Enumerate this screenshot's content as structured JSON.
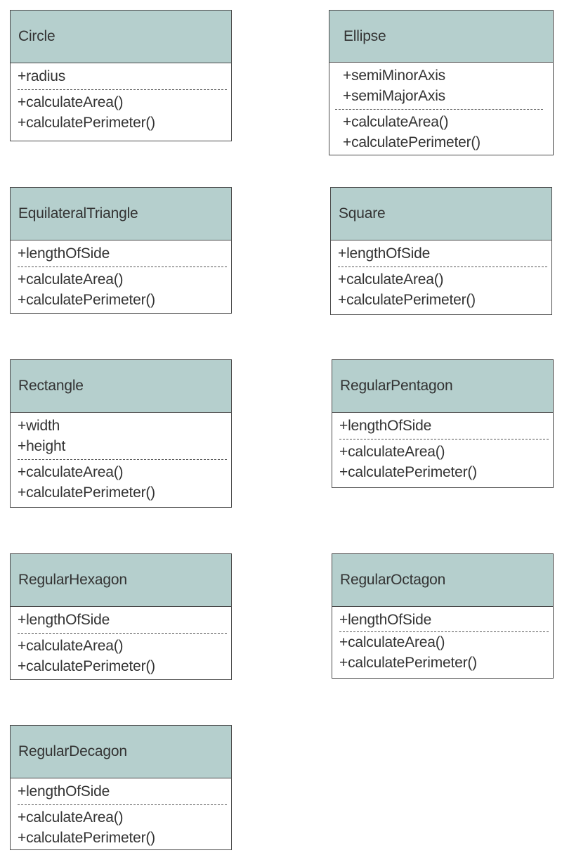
{
  "classes": [
    {
      "name": "Circle",
      "attributes": [
        "+radius"
      ],
      "operations": [
        "+calculateArea()",
        "+calculatePerimeter()"
      ]
    },
    {
      "name": "Ellipse",
      "attributes": [
        "+semiMinorAxis",
        "+semiMajorAxis"
      ],
      "operations": [
        "+calculateArea()",
        "+calculatePerimeter()"
      ]
    },
    {
      "name": "EquilateralTriangle",
      "attributes": [
        "+lengthOfSide"
      ],
      "operations": [
        "+calculateArea()",
        "+calculatePerimeter()"
      ]
    },
    {
      "name": "Square",
      "attributes": [
        "+lengthOfSide"
      ],
      "operations": [
        "+calculateArea()",
        "+calculatePerimeter()"
      ]
    },
    {
      "name": "Rectangle",
      "attributes": [
        "+width",
        "+height"
      ],
      "operations": [
        "+calculateArea()",
        "+calculatePerimeter()"
      ]
    },
    {
      "name": "RegularPentagon",
      "attributes": [
        "+lengthOfSide"
      ],
      "operations": [
        "+calculateArea()",
        "+calculatePerimeter()"
      ]
    },
    {
      "name": "RegularHexagon",
      "attributes": [
        "+lengthOfSide"
      ],
      "operations": [
        "+calculateArea()",
        "+calculatePerimeter()"
      ]
    },
    {
      "name": "RegularOctagon",
      "attributes": [
        "+lengthOfSide"
      ],
      "operations": [
        "+calculateArea()",
        "+calculatePerimeter()"
      ]
    },
    {
      "name": "RegularDecagon",
      "attributes": [
        "+lengthOfSide"
      ],
      "operations": [
        "+calculateArea()",
        "+calculatePerimeter()"
      ]
    }
  ],
  "colors": {
    "header_fill": "#b5cfcd",
    "border": "#4a4a4a",
    "text": "#333333"
  }
}
